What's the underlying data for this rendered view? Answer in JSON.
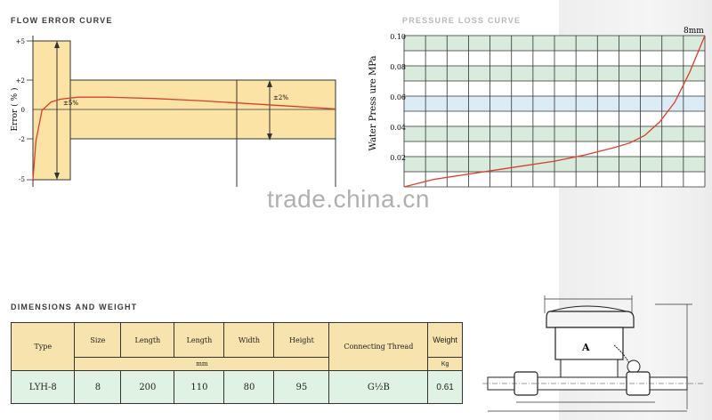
{
  "sections": {
    "flow_title": "FLOW ERROR CURVE",
    "pressure_title": "PRESSURE LOSS CURVE",
    "dimensions_title": "DIMENSIONS AND WEIGHT"
  },
  "watermark": "trade.china.cn",
  "chart_data": [
    {
      "type": "line",
      "title": "FLOW ERROR CURVE",
      "ylabel": "Error ( % )",
      "ylim": [
        -5,
        5
      ],
      "y_ticks": [
        "+5",
        "+2",
        "0",
        "-2",
        "-5"
      ],
      "x": [
        0,
        1,
        3,
        6,
        9,
        15,
        25,
        40,
        55,
        70,
        85,
        100
      ],
      "series": [
        {
          "values": [
            -5,
            -2.2,
            0,
            0.6,
            0.8,
            0.95,
            0.95,
            0.85,
            0.7,
            0.5,
            0.3,
            0.1
          ]
        }
      ],
      "annotations": [
        "±5%",
        "±2%"
      ]
    },
    {
      "type": "line",
      "title": "PRESSURE LOSS CURVE",
      "ylabel": "Water Press ure MPa",
      "ylim": [
        0,
        0.1
      ],
      "y_ticks": [
        "0.10",
        "0.08",
        "0.06",
        "0.04",
        "0.02"
      ],
      "x": [
        0,
        10,
        20,
        30,
        40,
        50,
        60,
        70,
        75,
        80,
        85,
        90,
        95,
        100
      ],
      "series": [
        {
          "name": "8mm",
          "values": [
            0.0,
            0.005,
            0.008,
            0.011,
            0.014,
            0.017,
            0.021,
            0.026,
            0.029,
            0.034,
            0.043,
            0.056,
            0.076,
            0.1
          ]
        }
      ],
      "grid": true,
      "row_colors": [
        "#d8ebdc",
        "#ffffff",
        "#d8ebdc",
        "#ffffff",
        "#dcecf6",
        "#ffffff",
        "#d8ebdc",
        "#ffffff",
        "#d8ebdc",
        "#ffffff"
      ]
    }
  ],
  "dimensions_table": {
    "headers": [
      "Type",
      "Size",
      "Length",
      "Length",
      "Width",
      "Height",
      "Connecting Thread",
      "Weight"
    ],
    "unit_mm": "mm",
    "unit_kg": "Kg",
    "row": [
      "LYH-8",
      "8",
      "200",
      "110",
      "80",
      "95",
      "G½B",
      "0.61"
    ]
  },
  "colors": {
    "flow_fill": "#fbe3a6",
    "curve": "#d9402b",
    "grid_line": "#333333"
  }
}
